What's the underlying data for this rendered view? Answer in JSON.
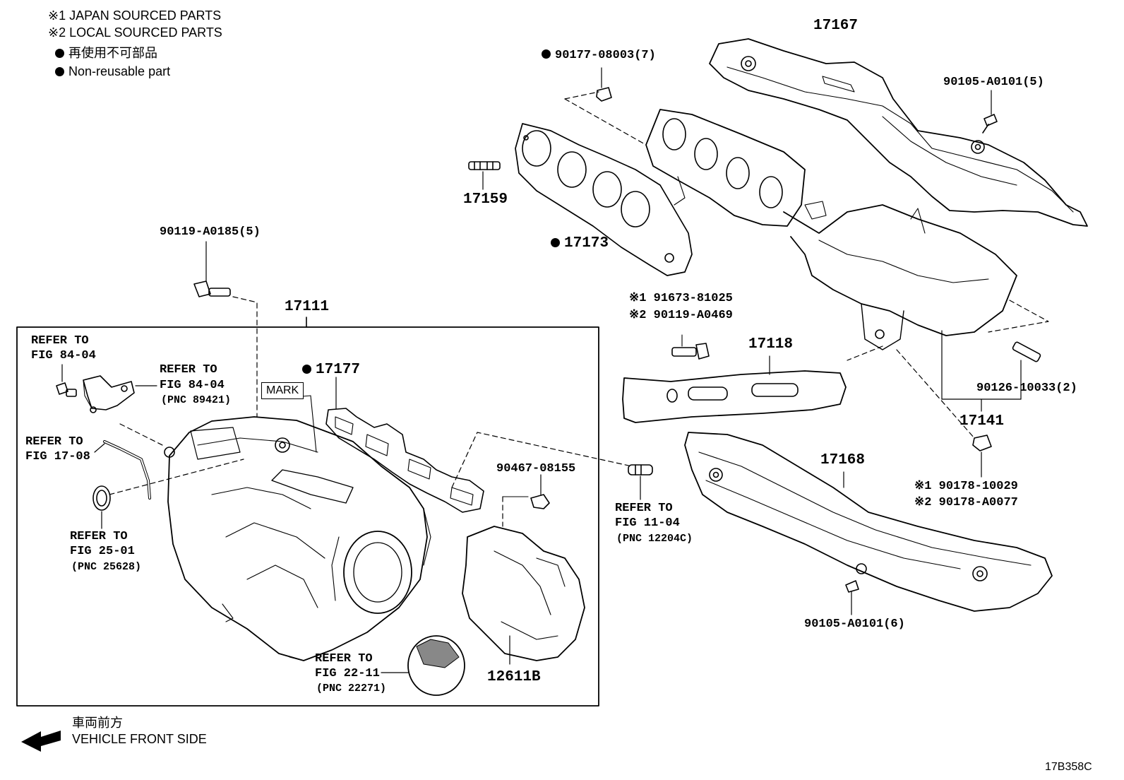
{
  "legend": {
    "japan": "※1 JAPAN SOURCED PARTS",
    "local": "※2 LOCAL SOURCED PARTS",
    "nonreusable_jp": "再使用不可部品",
    "nonreusable_en": "Non-reusable part"
  },
  "front": {
    "jp": "車両前方",
    "en": "VEHICLE FRONT SIDE"
  },
  "figure_id": "17B358C",
  "parts": {
    "p17167": "17167",
    "p90177": "90177-08003(7)",
    "p90105a": "90105-A0101(5)",
    "p17159": "17159",
    "p17173": "17173",
    "p90119a": "90119-A0185(5)",
    "p17111": "17111",
    "p91673": "※1 91673-81025",
    "p90119b": "※2 90119-A0469",
    "p17118": "17118",
    "p17177": "17177",
    "mark": "MARK",
    "p90126": "90126-10033(2)",
    "p17141": "17141",
    "p17168": "17168",
    "p90467": "90467-08155",
    "p90178a": "※1 90178-10029",
    "p90178b": "※2 90178-A0077",
    "p90105b": "90105-A0101(6)",
    "p12611b": "12611B"
  },
  "refs": {
    "r1": {
      "l1": "REFER TO",
      "l2": "FIG 84-04"
    },
    "r2": {
      "l1": "REFER TO",
      "l2": "FIG 84-04",
      "l3": "(PNC 89421)"
    },
    "r3": {
      "l1": "REFER TO",
      "l2": "FIG 17-08"
    },
    "r4": {
      "l1": "REFER TO",
      "l2": "FIG 25-01",
      "l3": "(PNC 25628)"
    },
    "r5": {
      "l1": "REFER TO",
      "l2": "FIG 11-04",
      "l3": "(PNC 12204C)"
    },
    "r6": {
      "l1": "REFER TO",
      "l2": "FIG 22-11",
      "l3": "(PNC 22271)"
    }
  }
}
